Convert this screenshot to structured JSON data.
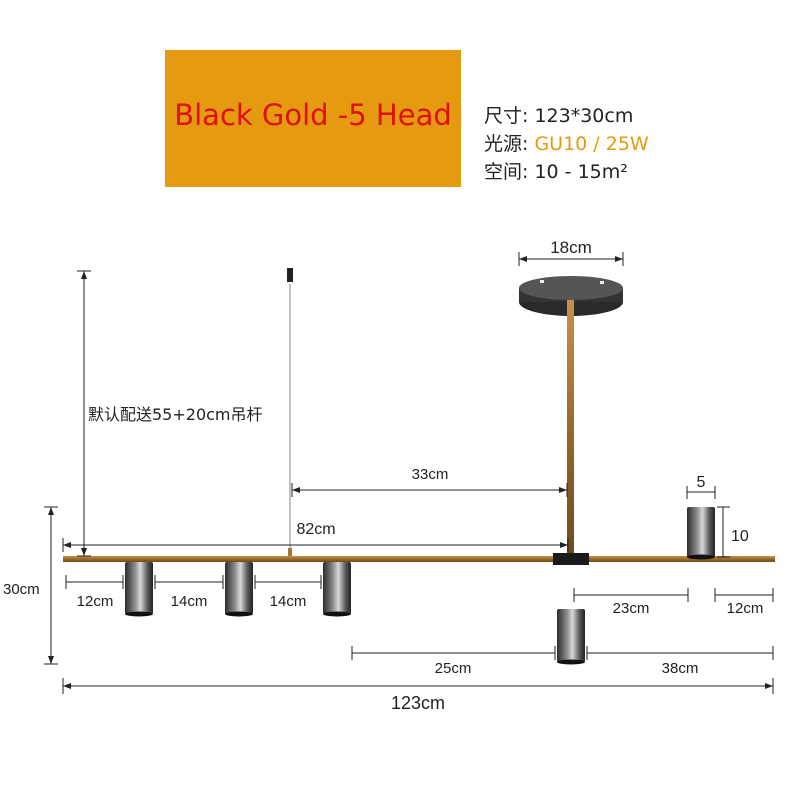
{
  "header": {
    "title": "Black Gold -5 Head",
    "colors": {
      "box": "#e59a10",
      "title": "#e01010",
      "accent": "#e59a10"
    }
  },
  "specs": [
    {
      "label": "尺寸:",
      "value": "123*30cm"
    },
    {
      "label": "光源:",
      "value": "GU10 / 25W",
      "accent": true
    },
    {
      "label": "空间:",
      "value": "10 - 15m²"
    }
  ],
  "dimensions": {
    "canopy_width": "18cm",
    "rod_note": "默认配送55+20cm吊杆",
    "offset_33": "33cm",
    "spot_width": "5",
    "spot_height": "10",
    "left_bar": "82cm",
    "height": "30cm",
    "gap_a": "12cm",
    "gap_b": "14cm",
    "gap_c": "14cm",
    "right_23": "23cm",
    "right_12": "12cm",
    "bottom_25": "25cm",
    "bottom_38": "38cm",
    "total": "123cm"
  }
}
